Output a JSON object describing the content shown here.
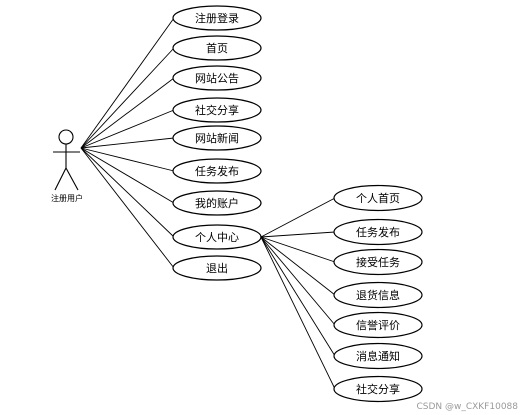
{
  "actor": {
    "label": "注册用户"
  },
  "primary_usecases": [
    {
      "id": "register-login",
      "label": "注册登录"
    },
    {
      "id": "home",
      "label": "首页"
    },
    {
      "id": "site-notice",
      "label": "网站公告"
    },
    {
      "id": "social-share",
      "label": "社交分享"
    },
    {
      "id": "site-news",
      "label": "网站新闻"
    },
    {
      "id": "task-publish",
      "label": "任务发布"
    },
    {
      "id": "my-account",
      "label": "我的账户"
    },
    {
      "id": "personal-center",
      "label": "个人中心"
    },
    {
      "id": "logout",
      "label": "退出"
    }
  ],
  "personal_center_usecases": [
    {
      "id": "personal-home",
      "label": "个人首页"
    },
    {
      "id": "pc-task-publish",
      "label": "任务发布"
    },
    {
      "id": "accept-task",
      "label": "接受任务"
    },
    {
      "id": "return-info",
      "label": "退货信息"
    },
    {
      "id": "credit-review",
      "label": "信誉评价"
    },
    {
      "id": "message-notify",
      "label": "消息通知"
    },
    {
      "id": "pc-social-share",
      "label": "社交分享"
    }
  ],
  "watermark": "CSDN @w_CXKF10088",
  "colors": {
    "line": "#000000",
    "background": "#ffffff",
    "watermark": "#9a9a9a"
  }
}
